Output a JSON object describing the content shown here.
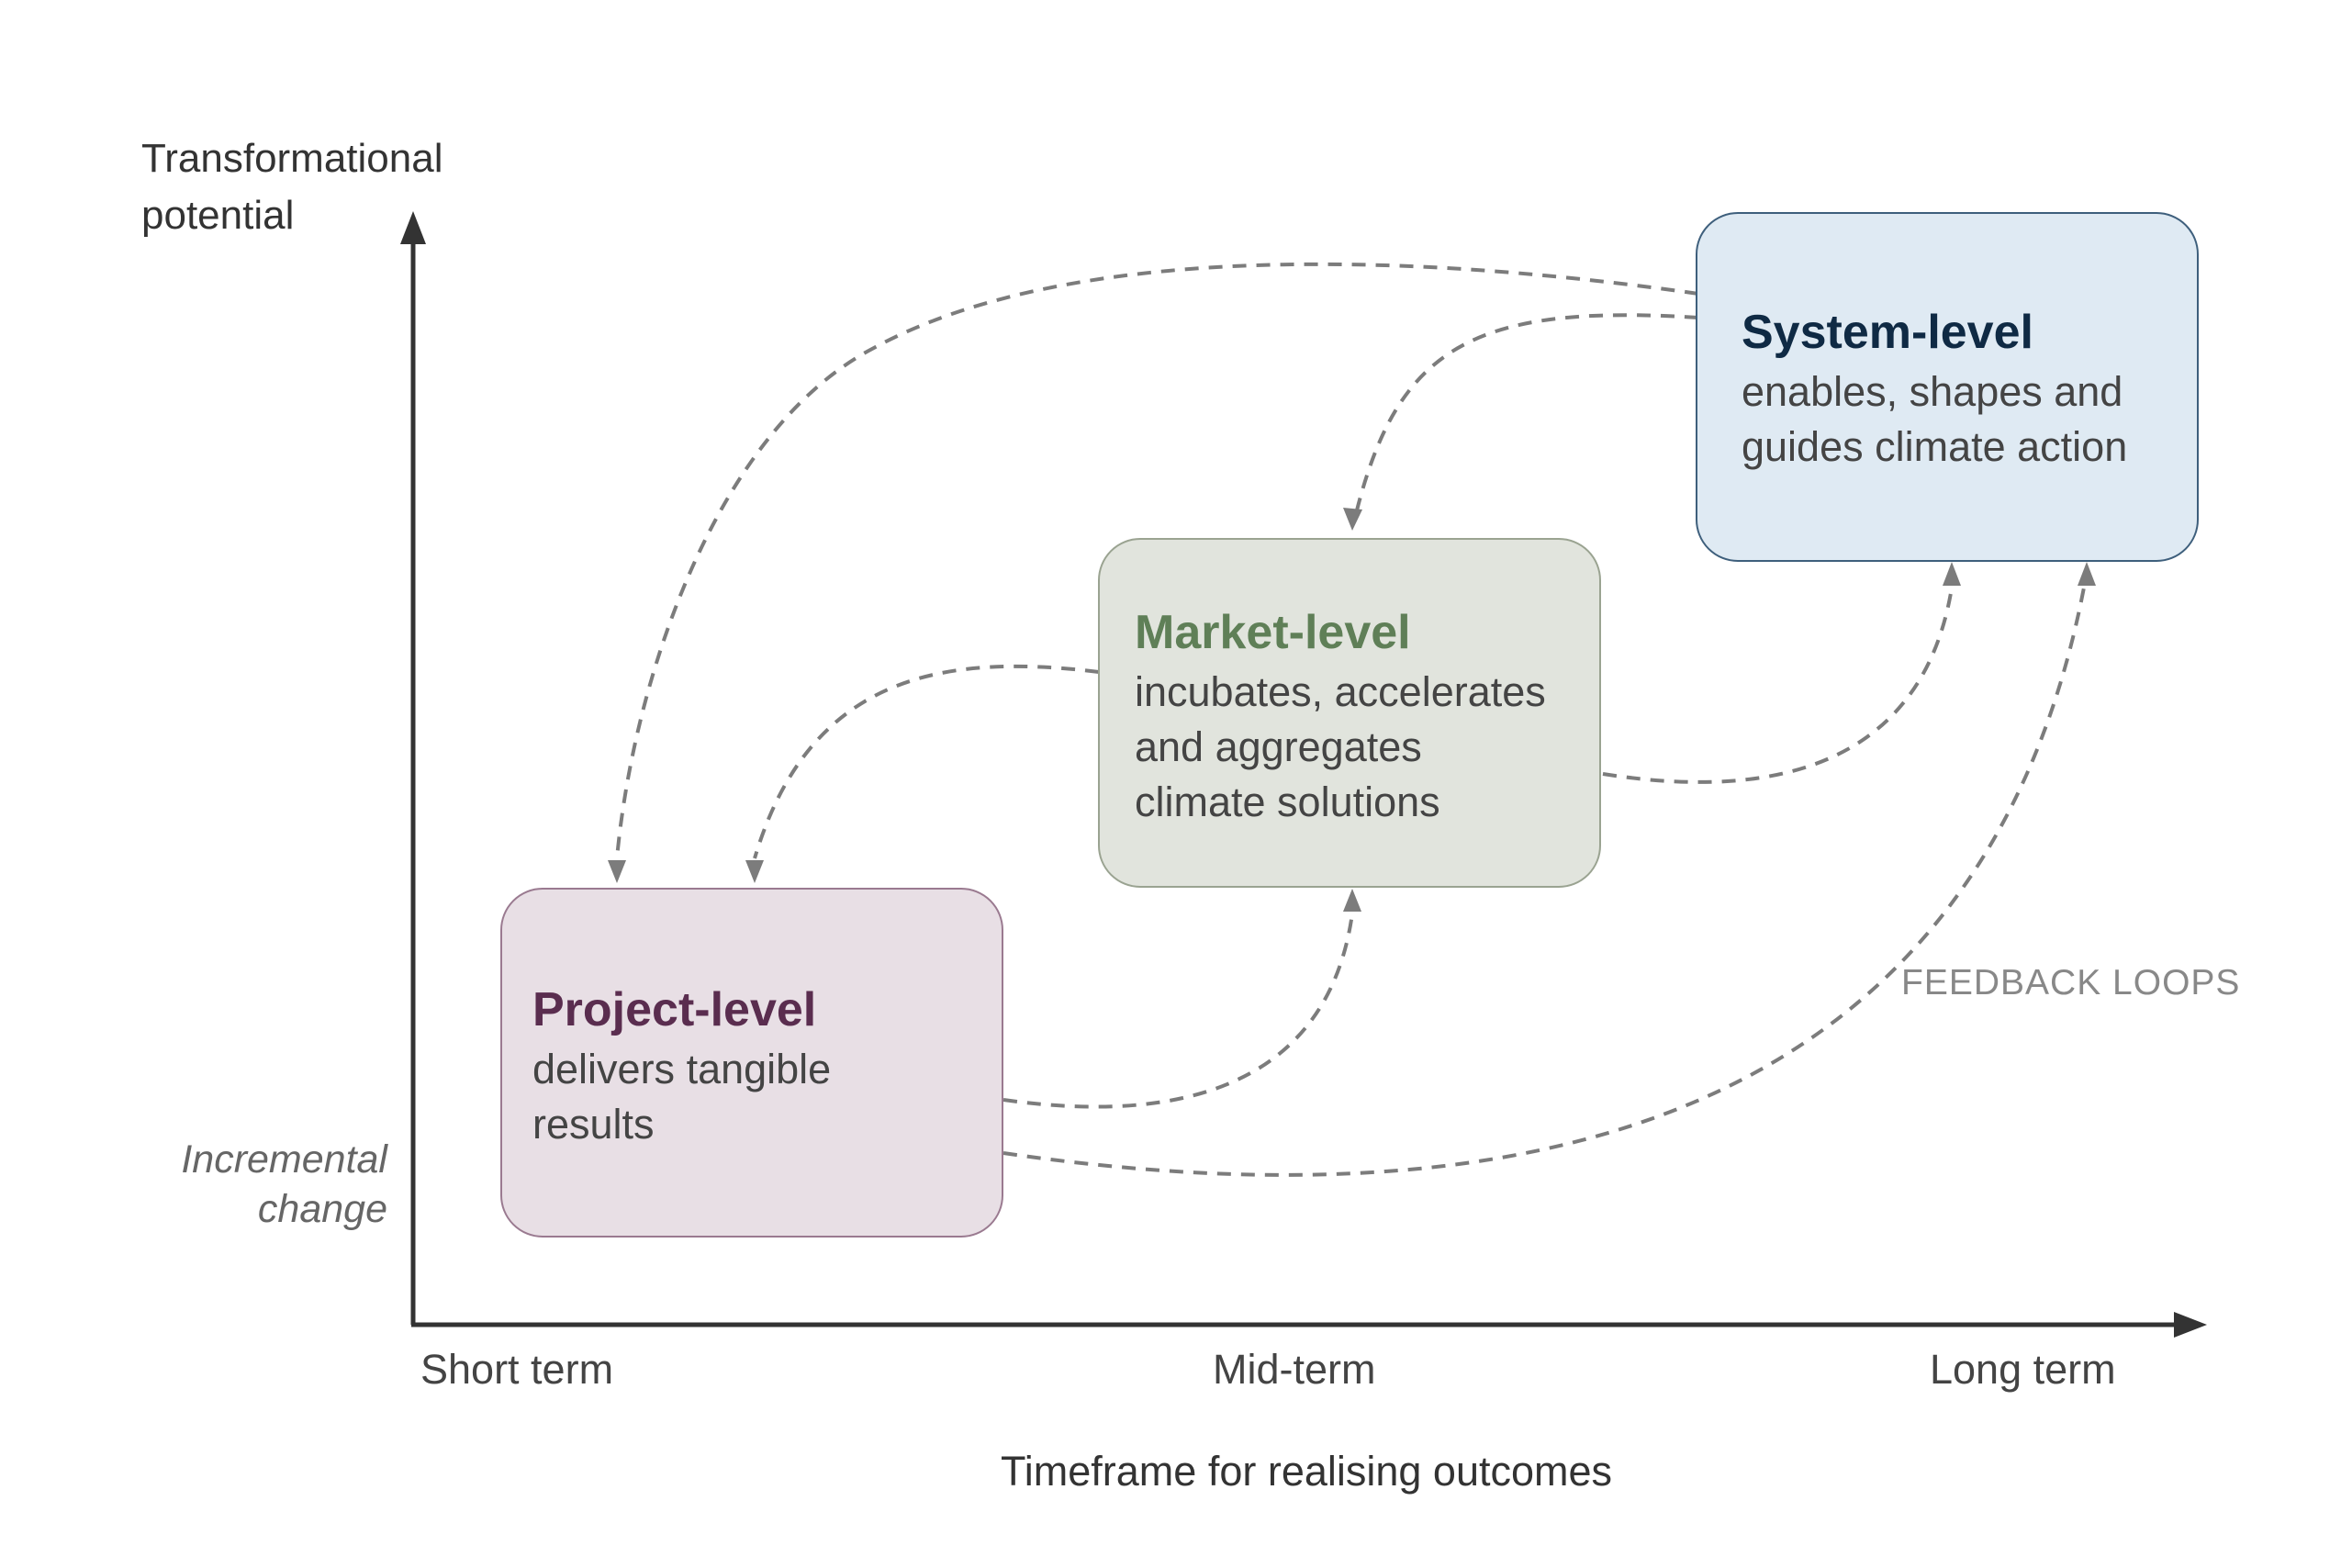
{
  "axes": {
    "y_title": "Transformational\npotential",
    "y_low_label": "Incremental\nchange",
    "x_title": "Timeframe for realising outcomes",
    "x_ticks": [
      "Short term",
      "Mid-term",
      "Long term"
    ]
  },
  "levels": [
    {
      "title": "Project-level",
      "description": "delivers tangible\nresults",
      "fill": "#e8dfe5",
      "title_color": "#5a2d4f"
    },
    {
      "title": "Market-level",
      "description": "incubates, accelerates\nand aggregates\nclimate solutions",
      "fill": "#e1e4dd",
      "title_color": "#5f7f57"
    },
    {
      "title": "System-level",
      "description": "enables, shapes and\nguides climate action",
      "fill": "#dfeaf3",
      "title_color": "#0f2a44"
    }
  ],
  "feedback_label": "FEEDBACK LOOPS",
  "colors": {
    "axis": "#333333",
    "arrow": "#7c7c7c"
  }
}
